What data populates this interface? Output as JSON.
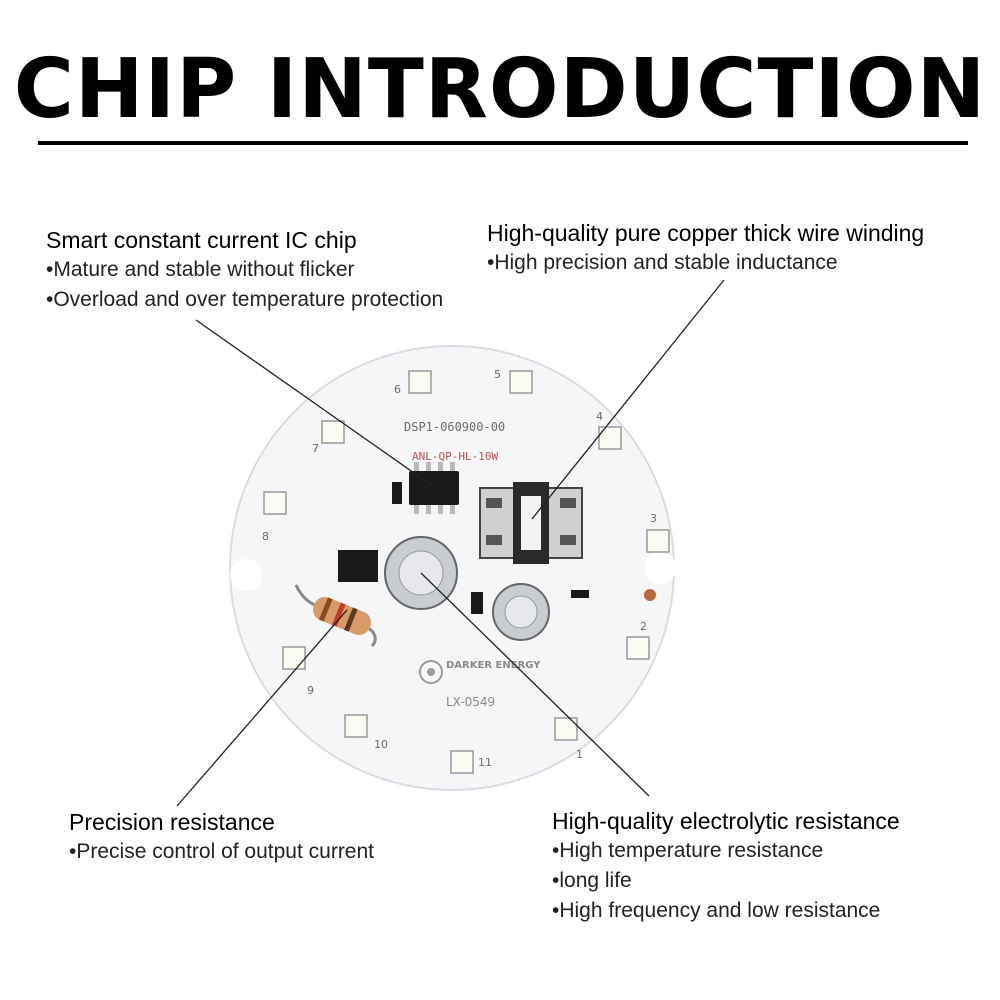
{
  "title": "CHIP INTRODUCTION",
  "callouts": {
    "ic_chip": {
      "heading": "Smart constant current IC chip",
      "bullets": [
        "•Mature and stable without flicker",
        "•Overload and over temperature protection"
      ]
    },
    "winding": {
      "heading": "High-quality pure copper thick wire winding",
      "bullets": [
        "•High precision and stable inductance"
      ]
    },
    "resistor": {
      "heading": "Precision resistance",
      "bullets": [
        "•Precise control of output current"
      ]
    },
    "electrolytic": {
      "heading": "High-quality electrolytic resistance",
      "bullets": [
        "•High temperature resistance",
        "•long life",
        "•High frequency and low resistance"
      ]
    }
  },
  "board": {
    "silkscreen_line1": "DSP1-060900-00",
    "silkscreen_line2": "ANL-QP-HL-10W",
    "brand": "DARKER ENERGY",
    "model": "LX-0549",
    "led_numbers": [
      "1",
      "2",
      "3",
      "4",
      "5",
      "6",
      "7",
      "8",
      "9",
      "10",
      "11"
    ]
  },
  "colors": {
    "pcb": "#f4f6f8",
    "led": "#fbfbf4",
    "chip": "#1a1a1a",
    "silkscreen": "#6a6a6a",
    "resistor_body": "#d89a66"
  }
}
